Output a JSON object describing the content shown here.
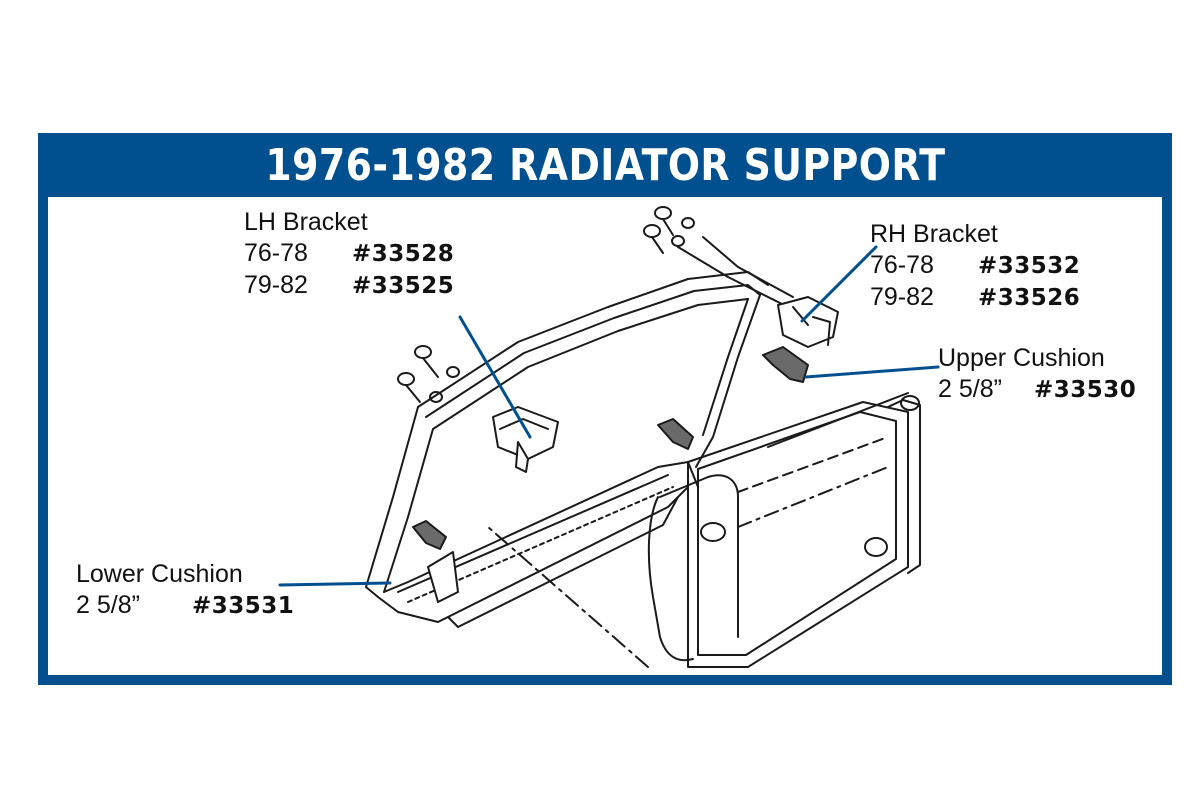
{
  "title": "1976-1982 RADIATOR SUPPORT",
  "colors": {
    "frame": "#00508f",
    "leader": "#00508f",
    "drawing": "#1a1a1a"
  },
  "callouts": {
    "lh_bracket": {
      "name": "LH Bracket",
      "rows": [
        {
          "years": "76-78",
          "part": "#33528"
        },
        {
          "years": "79-82",
          "part": "#33525"
        }
      ]
    },
    "rh_bracket": {
      "name": "RH Bracket",
      "rows": [
        {
          "years": "76-78",
          "part": "#33532"
        },
        {
          "years": "79-82",
          "part": "#33526"
        }
      ]
    },
    "upper_cushion": {
      "name": "Upper Cushion",
      "size": "2 5/8”",
      "part": "#33530"
    },
    "lower_cushion": {
      "name": "Lower Cushion",
      "size": "2 5/8”",
      "part": "#33531"
    }
  }
}
